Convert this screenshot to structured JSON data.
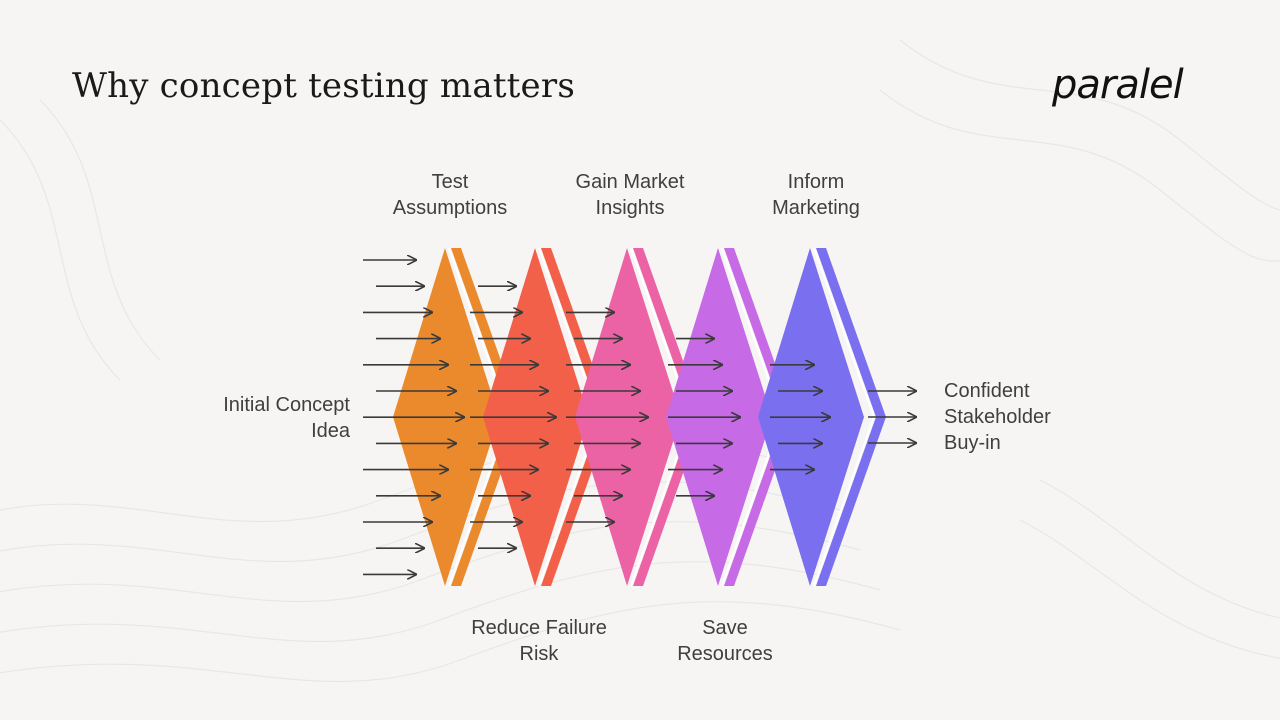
{
  "title": "Why concept testing matters",
  "logo_text": "paralel",
  "diagram": {
    "input_label": "Initial Concept Idea",
    "output_label": "Confident Stakeholder Buy-in",
    "stages": [
      {
        "line1": "Test",
        "line2": "Assumptions",
        "color": "#ea8a2c",
        "label_position": "top"
      },
      {
        "line1": "Reduce Failure",
        "line2": "Risk",
        "color": "#f2604a",
        "label_position": "bottom"
      },
      {
        "line1": "Gain Market",
        "line2": "Insights",
        "color": "#ec63a5",
        "label_position": "top"
      },
      {
        "line1": "Save",
        "line2": "Resources",
        "color": "#c66ae6",
        "label_position": "bottom"
      },
      {
        "line1": "Inform",
        "line2": "Marketing",
        "color": "#7a6fef",
        "label_position": "top"
      }
    ],
    "input_arrow_count": 13,
    "output_arrow_count": 3
  },
  "colors": {
    "background": "#f6f5f4",
    "arrow": "#3a3a3a",
    "label": "#3f3f3f"
  }
}
